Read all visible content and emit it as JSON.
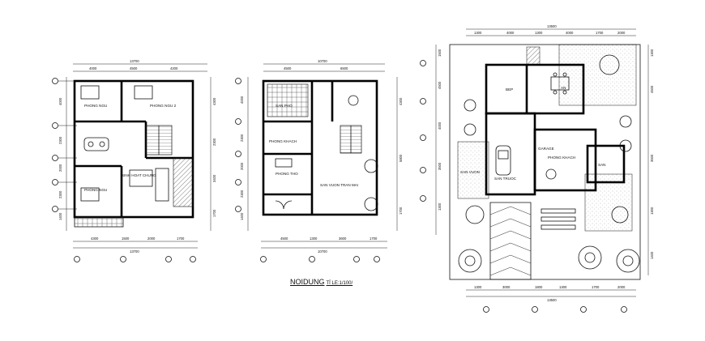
{
  "caption": {
    "title": "NOIDUNG",
    "subtitle": "TỈ LE:1/100/"
  },
  "plans": {
    "left": {
      "top_total": "13700",
      "top_dims": [
        "4000",
        "4500",
        "4200"
      ],
      "bottom_total": "13700",
      "bottom_dims": [
        "4300",
        "1500",
        "2000",
        "1700"
      ],
      "left_dims": [
        "4000",
        "2300",
        "2000",
        "2300",
        "1400"
      ],
      "right_dims": [
        "4300",
        "2300",
        "3400",
        "1700"
      ],
      "rooms": [
        "PHONG NGU",
        "PHONG NGU 2",
        "SINH HOAT CHUNG",
        "PHONG NGU"
      ]
    },
    "middle": {
      "top_total": "10700",
      "top_dims": [
        "4500",
        "6500"
      ],
      "bottom_total": "10700",
      "bottom_dims": [
        "4500",
        "1300",
        "3600",
        "1700"
      ],
      "left_dims": [
        "4000",
        "2300",
        "2000",
        "2300",
        "1400"
      ],
      "right_dims": [
        "4300",
        "5800",
        "1700"
      ],
      "rooms": [
        "SAN PHO",
        "PHONG KHACH",
        "PHONG THO",
        "SAN VUON TRAN MAI"
      ]
    },
    "right": {
      "top_total": "13500",
      "top_dims": [
        "1300",
        "4000",
        "1300",
        "4000",
        "1700",
        "2000"
      ],
      "bottom_total": "13500",
      "bottom_dims": [
        "1300",
        "3000",
        "1800",
        "1300",
        "1700",
        "2000"
      ],
      "left_dims": [
        "1500",
        "4500",
        "4000",
        "3500",
        "1300"
      ],
      "right_dims": [
        "1300",
        "4500",
        "3500",
        "1300",
        "1400"
      ],
      "rooms": [
        "BEP",
        "AN",
        "GARAGE",
        "PHONG KHACH",
        "SAN VUON",
        "SAN",
        "SAN TRUOC"
      ]
    }
  }
}
